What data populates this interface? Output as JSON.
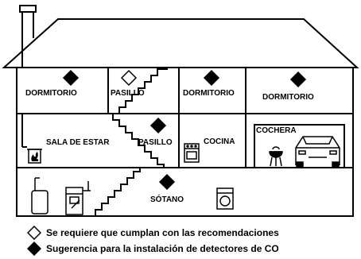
{
  "rooms": {
    "dormitorio_1": "DORMITORIO",
    "pasillo_upper": "PASILLO",
    "dormitorio_2": "DORMITORIO",
    "dormitorio_3": "DORMITORIO",
    "sala_de_estar": "SALA DE ESTAR",
    "pasillo_lower": "PASILLO",
    "cocina": "COCINA",
    "cochera": "COCHERA",
    "sotano": "SÓTANO"
  },
  "markers": {
    "dormitorio_1": "required",
    "pasillo_upper": "recommended",
    "dormitorio_2": "required",
    "dormitorio_3": "required",
    "pasillo_lower": "required",
    "sotano": "required"
  },
  "legend": {
    "recommended_text": "Se requiere que cumplan con las recomendaciones",
    "required_text": "Sugerencia para la instalación de detectores de CO"
  },
  "icons": {
    "fireplace": "fireplace-icon",
    "stove": "stove-icon",
    "grill": "grill-icon",
    "car": "car-icon",
    "water_heater": "water-heater-icon",
    "furnace": "furnace-icon",
    "washer": "washer-icon"
  }
}
